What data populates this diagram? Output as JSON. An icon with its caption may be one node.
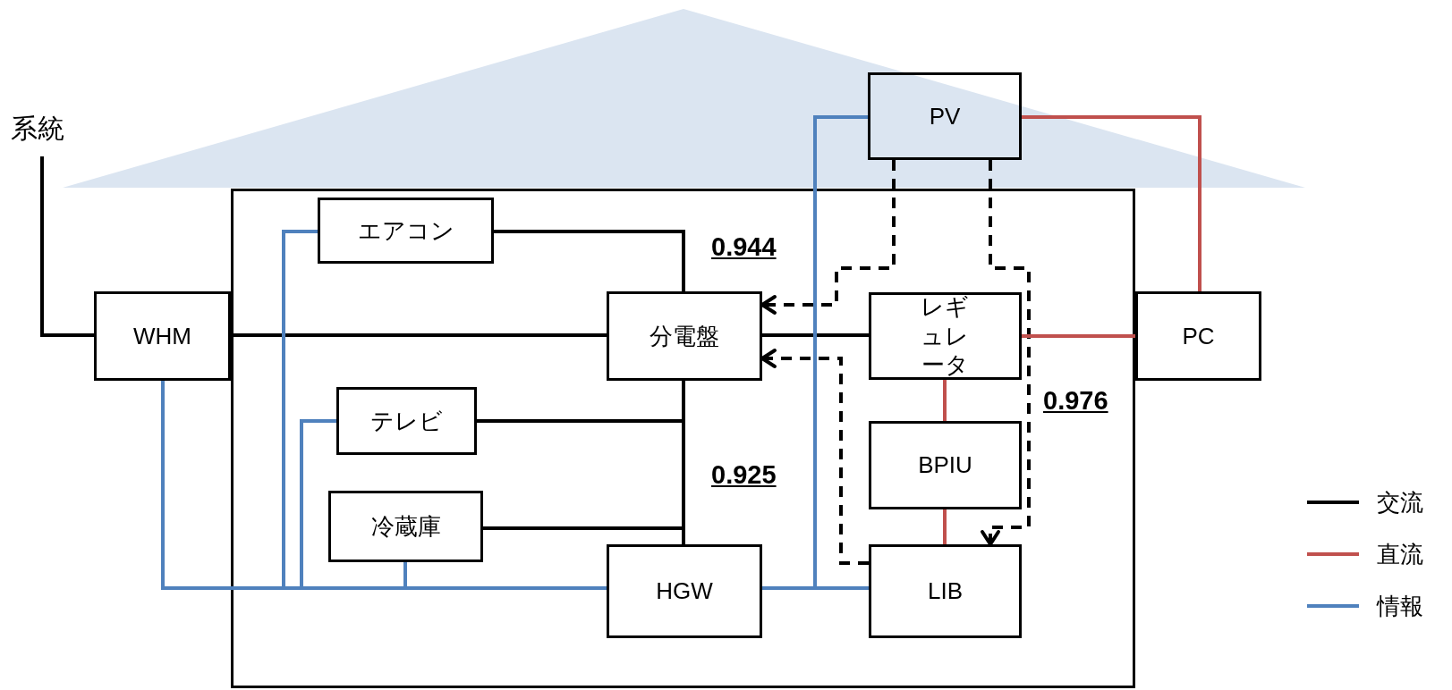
{
  "diagram": {
    "nodes": [
      {
        "text": [
          "系統"
        ]
      },
      {
        "text": [
          "PV"
        ]
      },
      {
        "text": [
          "WHM"
        ]
      },
      {
        "text": [],
        "shape": "box"
      },
      {
        "text": [
          "エアコン"
        ],
        "in": 3
      },
      {
        "text": [
          "分電盤"
        ],
        "in": 3
      },
      {
        "text": [
          "レギュレータ"
        ],
        "in": 3
      },
      {
        "text": [
          "テレビ"
        ],
        "in": 3
      },
      {
        "text": [
          "BPIU"
        ],
        "in": 3
      },
      {
        "text": [
          "冷蔵庫"
        ],
        "in": 3
      },
      {
        "text": [
          "HGW"
        ],
        "in": 3
      },
      {
        "text": [
          "LIB"
        ],
        "in": 3
      },
      {
        "text": [
          "PC"
        ]
      }
    ],
    "edges": [
      {
        "from": 0,
        "to": 2,
        "arrow": "none"
      },
      {
        "from": 2,
        "to": 5,
        "arrow": "none"
      },
      {
        "from": 4,
        "to": 5,
        "arrow": "none"
      },
      {
        "from": 7,
        "to": 5,
        "arrow": "none"
      },
      {
        "from": 9,
        "to": 5,
        "arrow": "none"
      },
      {
        "from": 5,
        "to": 10,
        "arrow": "none"
      },
      {
        "from": 6,
        "to": 5,
        "arrow": "none"
      },
      {
        "from": 1,
        "to": 5,
        "arrow": "to",
        "style": "dashed"
      },
      {
        "from": 11,
        "to": 5,
        "arrow": "to",
        "style": "dashed"
      },
      {
        "from": 1,
        "to": 11,
        "arrow": "to",
        "style": "dashed"
      },
      {
        "from": 1,
        "to": 12,
        "arrow": "none",
        "color": "#c0504d"
      },
      {
        "from": 6,
        "to": 12,
        "arrow": "none",
        "color": "#c0504d"
      },
      {
        "from": 6,
        "to": 8,
        "arrow": "none",
        "color": "#c0504d"
      },
      {
        "from": 8,
        "to": 11,
        "arrow": "none",
        "color": "#c0504d"
      },
      {
        "from": 2,
        "to": 10,
        "arrow": "none",
        "color": "#4f81bd"
      },
      {
        "from": 4,
        "to": 10,
        "arrow": "none",
        "color": "#4f81bd"
      },
      {
        "from": 7,
        "to": 10,
        "arrow": "none",
        "color": "#4f81bd"
      },
      {
        "from": 9,
        "to": 10,
        "arrow": "none",
        "color": "#4f81bd"
      },
      {
        "from": 1,
        "to": 10,
        "arrow": "none",
        "color": "#4f81bd"
      },
      {
        "from": 10,
        "to": 11,
        "arrow": "none",
        "color": "#4f81bd"
      }
    ],
    "labels": [
      "0.944",
      "0.976",
      "0.925"
    ],
    "legend": [
      {
        "text": "交流",
        "color": "#000000"
      },
      {
        "text": "直流",
        "color": "#c0504d"
      },
      {
        "text": "情報",
        "color": "#4f81bd"
      }
    ]
  }
}
